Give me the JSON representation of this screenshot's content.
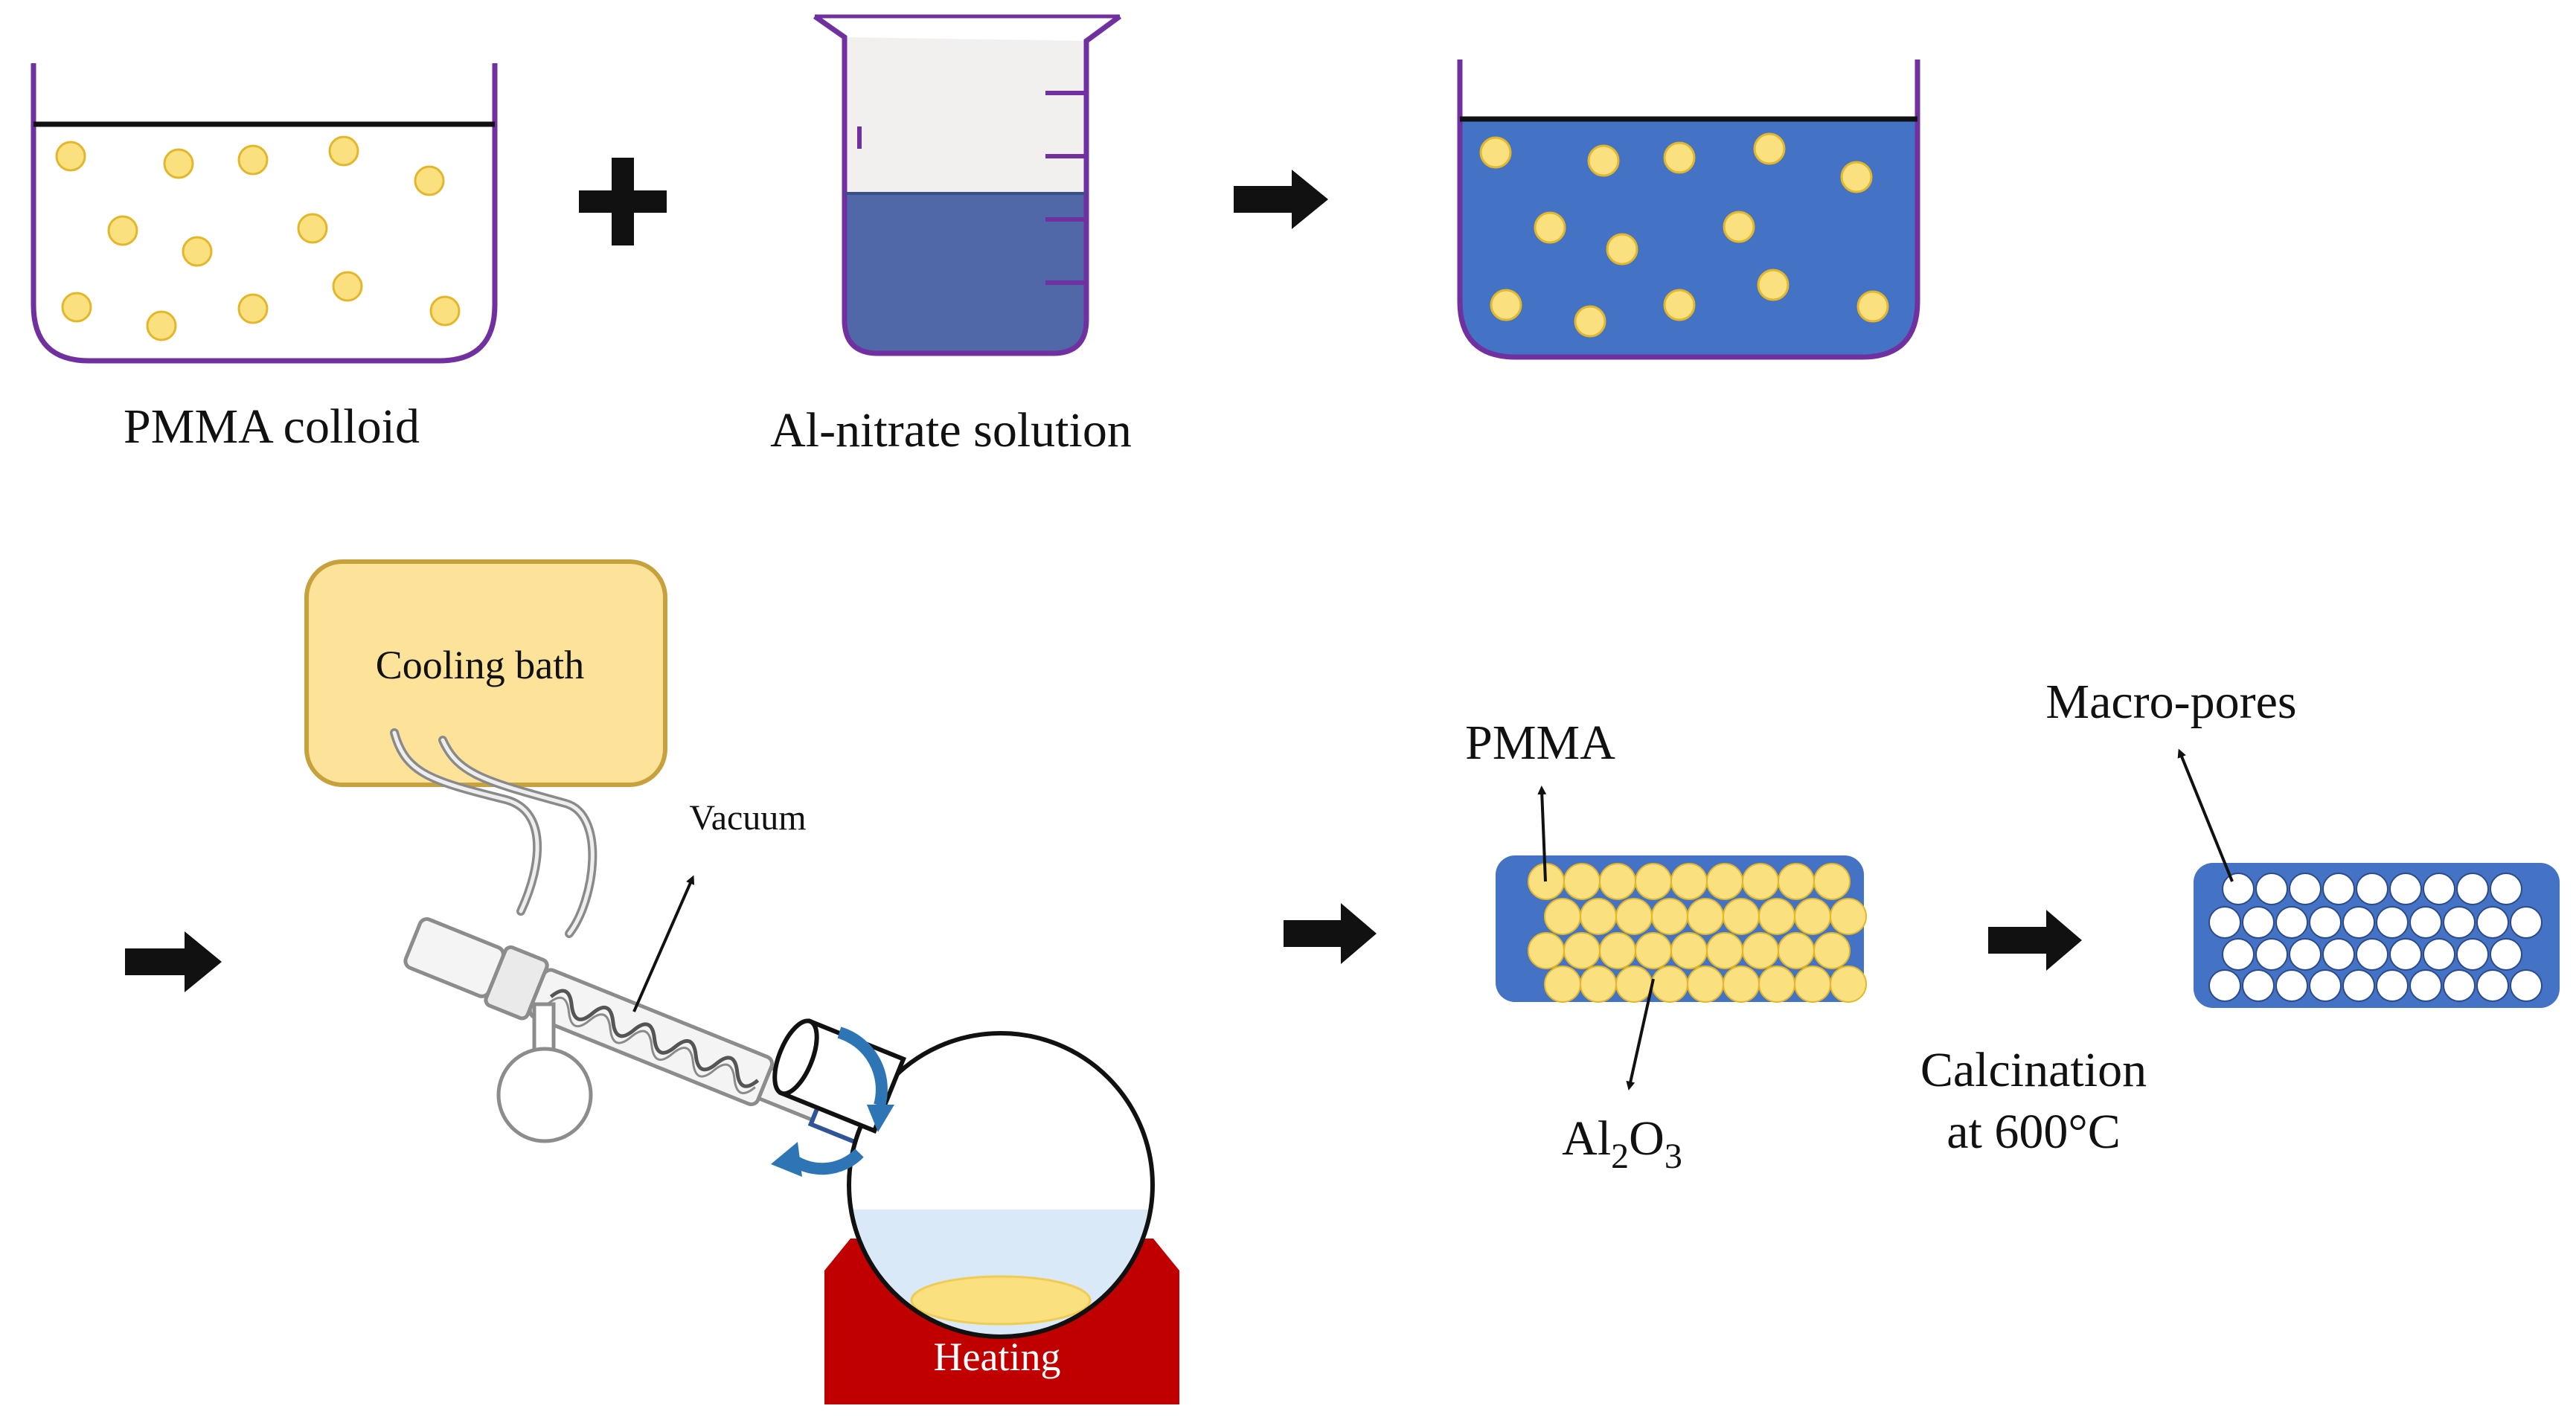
{
  "labels": {
    "pmma_colloid": "PMMA colloid",
    "al_nitrate_solution": "Al-nitrate solution",
    "cooling_bath": "Cooling bath",
    "vacuum": "Vacuum",
    "heating": "Heating",
    "pmma": "PMMA",
    "al2o3": {
      "al": "Al",
      "sub1": "2",
      "o": "O",
      "sub2": "3"
    },
    "calcination_line1": "Calcination",
    "calcination_line2": "at 600°C",
    "macro_pores": "Macro-pores"
  },
  "colors": {
    "particle": "#fbe07f",
    "particle_stroke": "#e2b72c",
    "solution_blue": "#4472c4",
    "beaker_outline": "#7030a0",
    "cooling_bath_fill": "#fde39a",
    "cooling_bath_stroke": "#c6a13c",
    "heater_red": "#c00000",
    "rotation_arrow": "#2e75b6",
    "liquid_light": "#dae9f7",
    "pore_white": "#ffffff"
  }
}
